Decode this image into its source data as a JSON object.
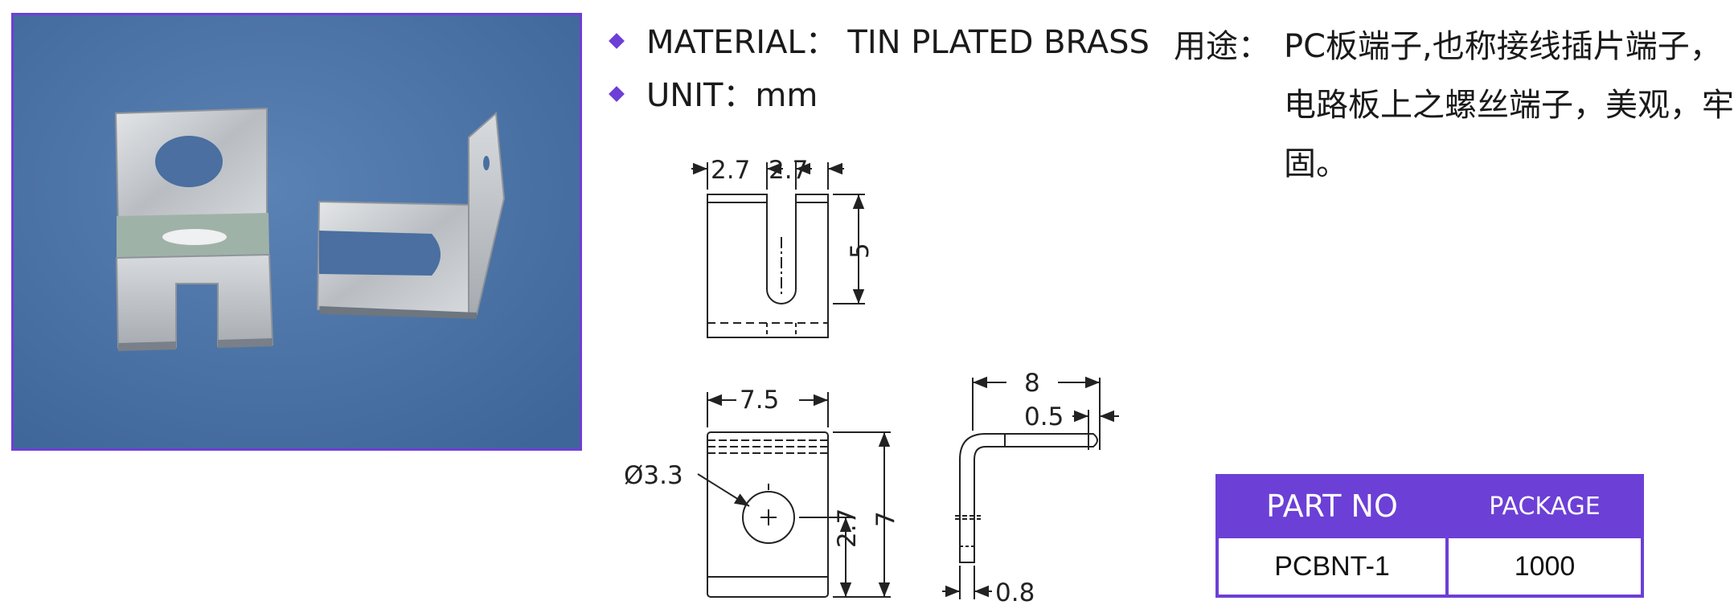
{
  "specs": {
    "material": "MATERIAL： TIN PLATED BRASS",
    "unit": "UNIT：mm"
  },
  "usage": {
    "label": "用途：",
    "text": "PC板端子,也称接线插片端子，电路板上之螺丝端子，美观，牢固。"
  },
  "dimensions": {
    "slot_left": "2.7",
    "slot_right": "2.7",
    "slot_depth": "5",
    "width": "7.5",
    "hole_dia": "Ø3.3",
    "hole_center": "2.7",
    "height": "7",
    "length": "8",
    "tip": "0.5",
    "thickness": "0.8"
  },
  "table": {
    "headers": [
      "PART NO",
      "PACKAGE"
    ],
    "rows": [
      [
        "PCBNT-1",
        "1000"
      ]
    ]
  },
  "colors": {
    "accent": "#6c3fd6",
    "photo_bg": "#4e74a6"
  }
}
